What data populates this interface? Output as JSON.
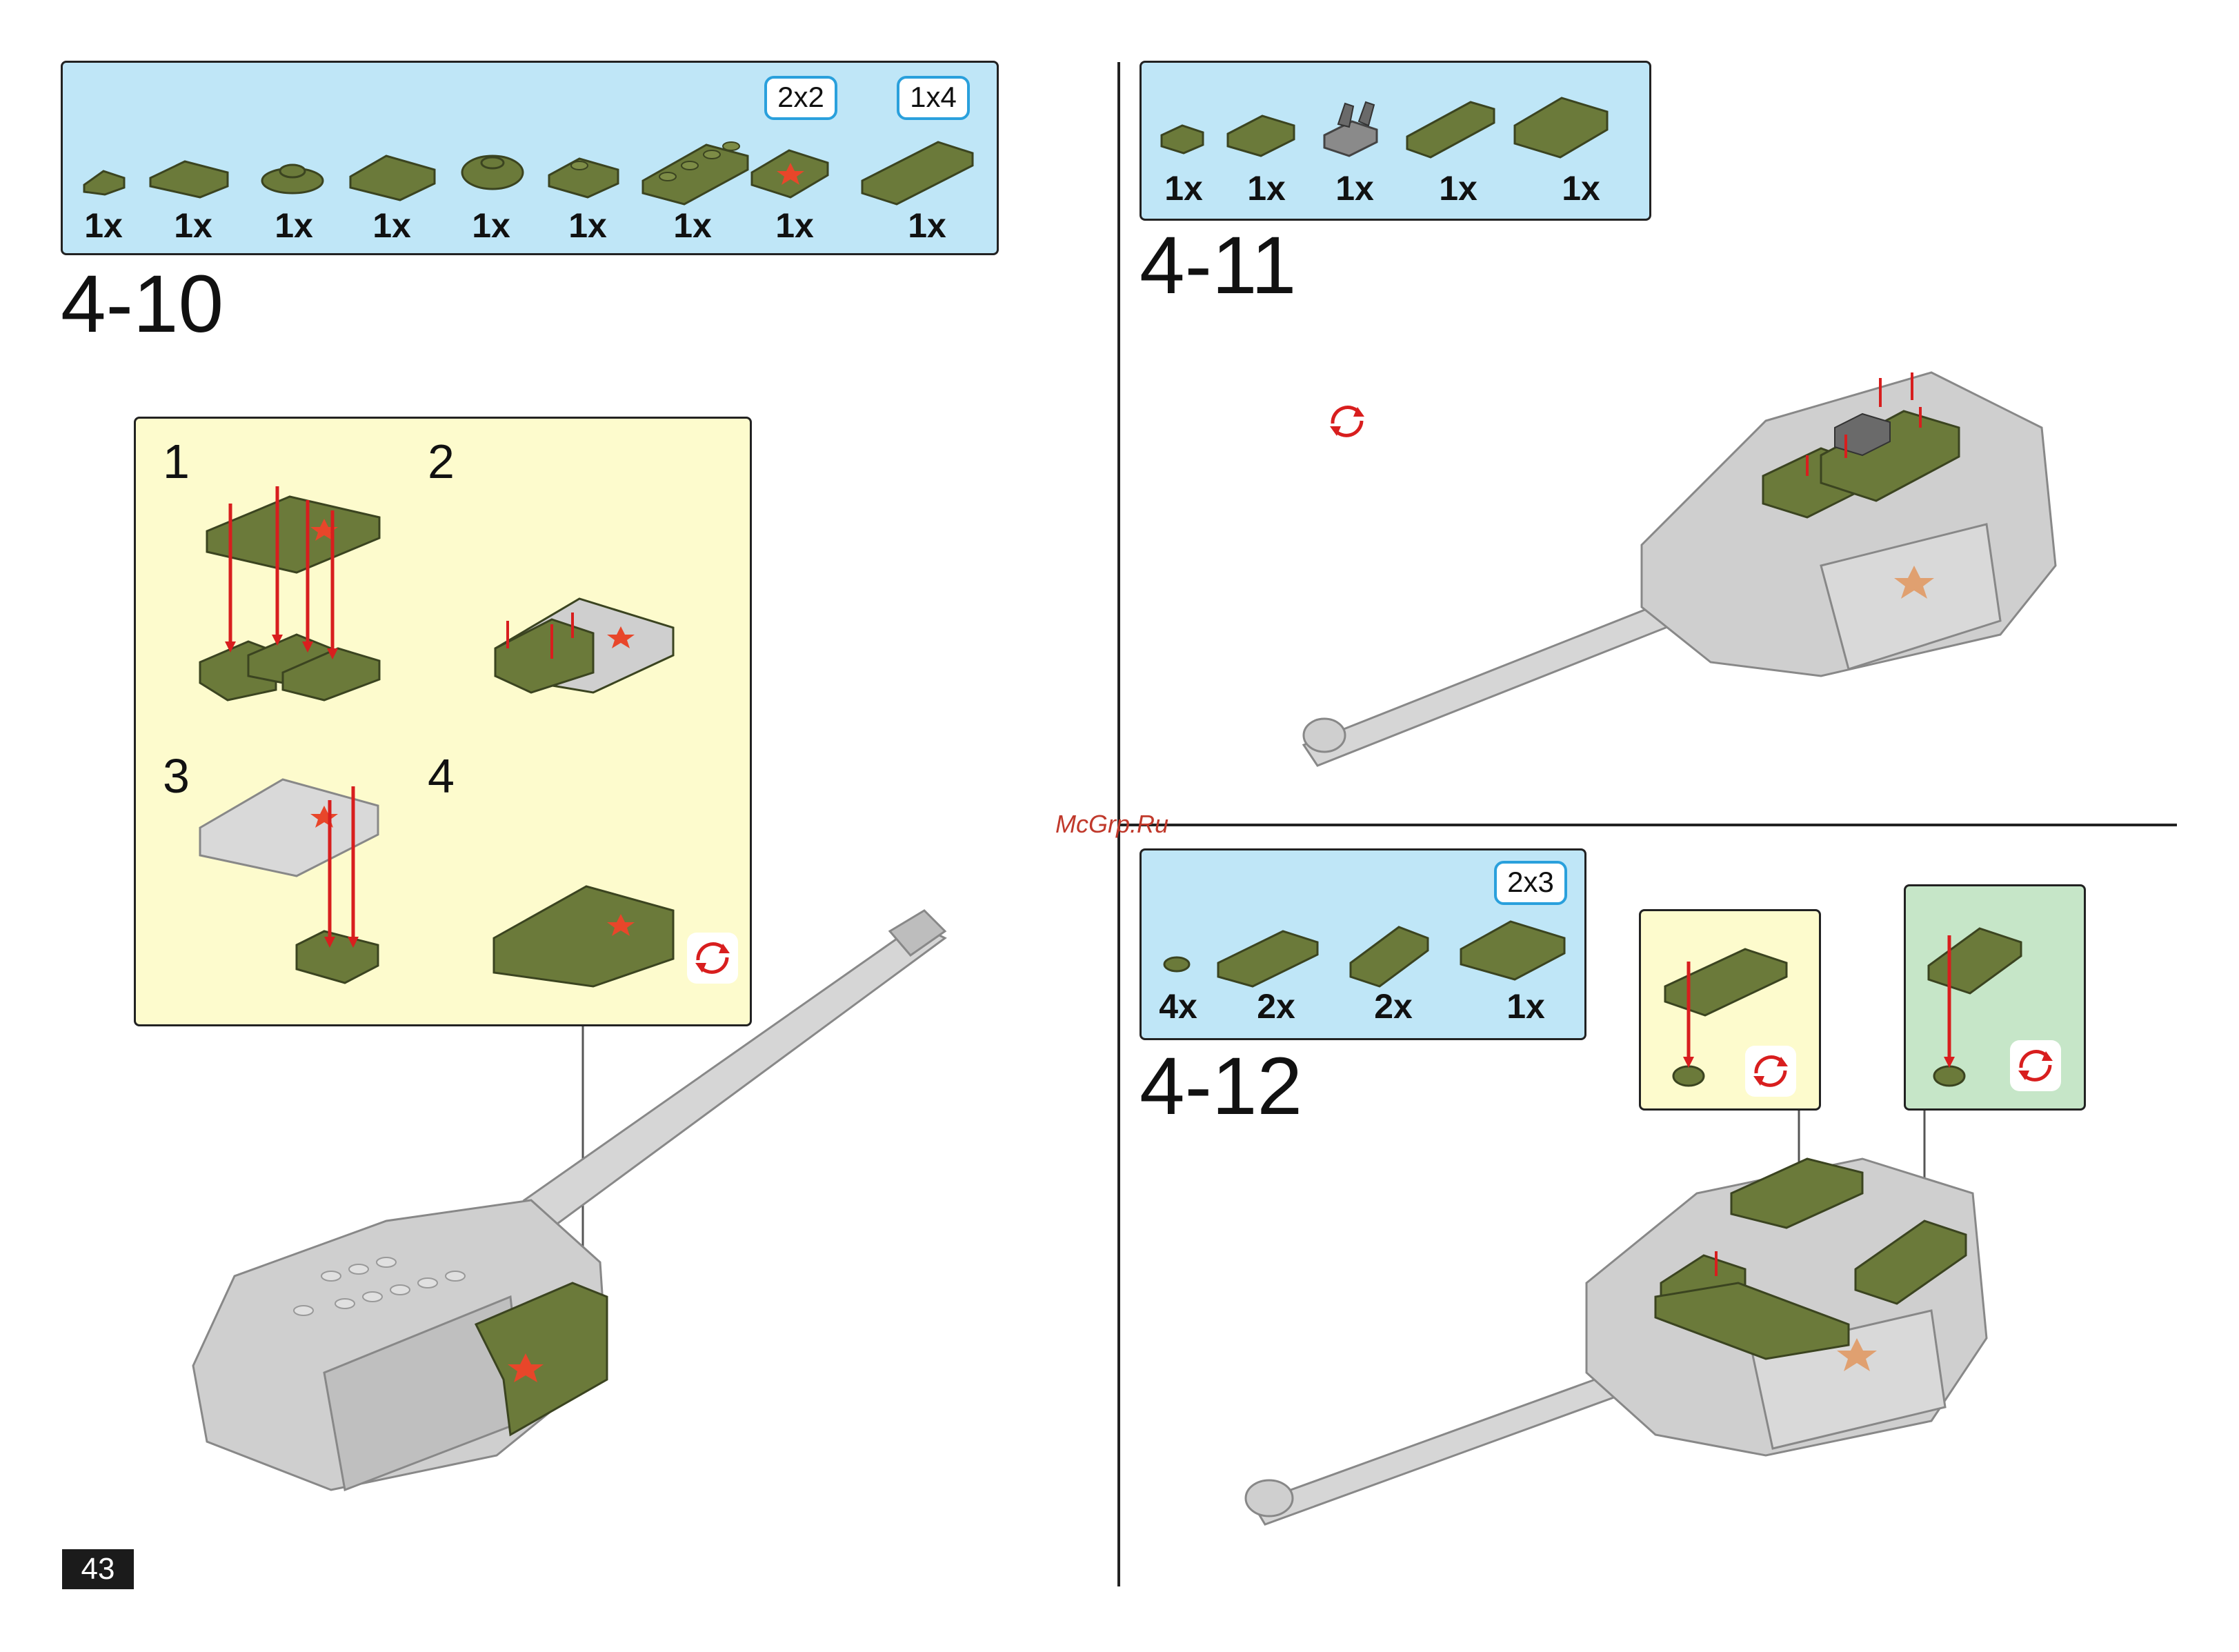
{
  "page_number": "43",
  "watermark": "McGrp.Ru",
  "colors": {
    "brick_green": "#6b7a3a",
    "brick_gray": "#cfcfcf",
    "parts_bg": "#bfe6f7",
    "sub_bg": "#fdfbcd",
    "alt_bg": "#c6e6c8",
    "arrow": "#d81e1e",
    "star": "#e8462a"
  },
  "step_4_10": {
    "title": "4-10",
    "size_tags": [
      "2x2",
      "1x4"
    ],
    "quantities": [
      "1x",
      "1x",
      "1x",
      "1x",
      "1x",
      "1x",
      "1x",
      "1x",
      "1x"
    ],
    "substeps": [
      "1",
      "2",
      "3",
      "4"
    ]
  },
  "step_4_11": {
    "title": "4-11",
    "quantities": [
      "1x",
      "1x",
      "1x",
      "1x",
      "1x"
    ]
  },
  "step_4_12": {
    "title": "4-12",
    "size_tags": [
      "2x3"
    ],
    "quantities": [
      "4x",
      "2x",
      "2x",
      "1x"
    ]
  },
  "icons": [
    "rotate-icon",
    "star-emblem-icon"
  ]
}
